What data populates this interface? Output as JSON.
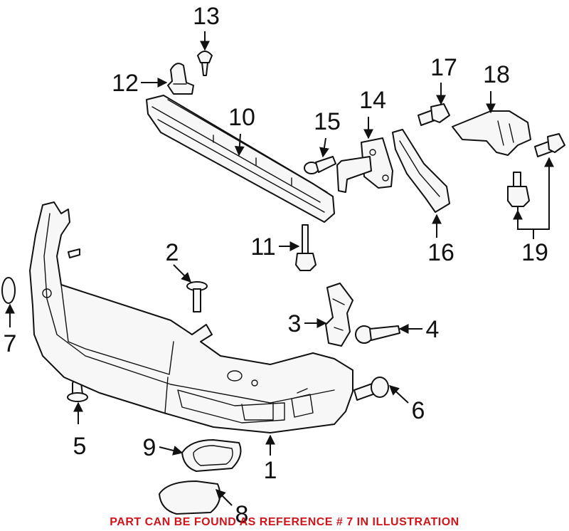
{
  "callouts": {
    "c1": "1",
    "c2": "2",
    "c3": "3",
    "c4": "4",
    "c5": "5",
    "c6": "6",
    "c7": "7",
    "c8": "8",
    "c9": "9",
    "c10": "10",
    "c11": "11",
    "c12": "12",
    "c13": "13",
    "c14": "14",
    "c15": "15",
    "c16": "16",
    "c17": "17",
    "c18": "18",
    "c19": "19"
  },
  "footer_note": "PART CAN BE FOUND AS REFERENCE # 7 IN ILLUSTRATION",
  "colors": {
    "note": "#d0141a",
    "line": "#111111",
    "background": "#ffffff"
  }
}
